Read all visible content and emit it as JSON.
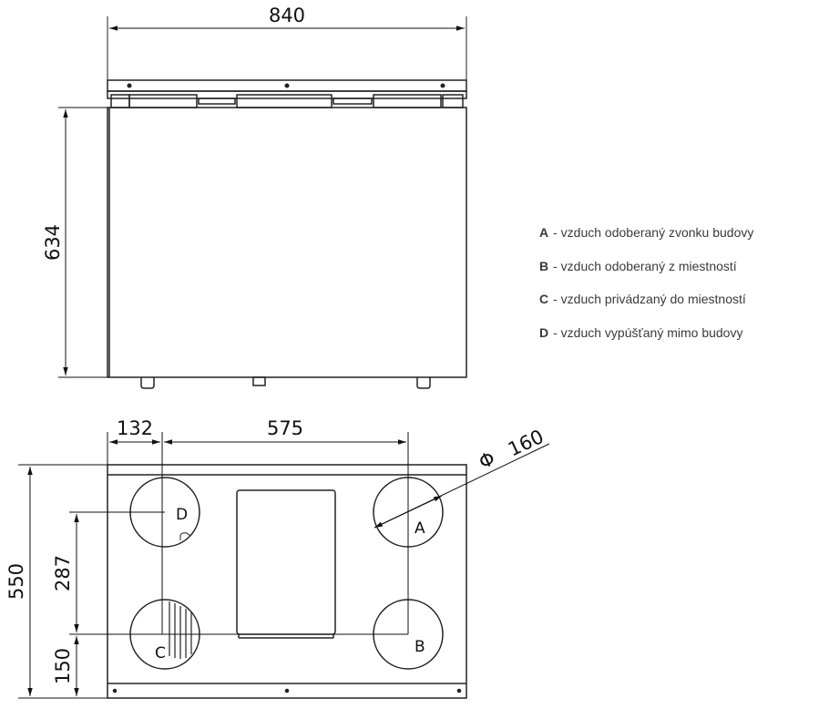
{
  "dimensions": {
    "width_top": "840",
    "height_front": "634",
    "offset_left": "132",
    "port_spacing": "575",
    "height_bottom": "550",
    "port_vertical": "287",
    "offset_bottom": "150",
    "diameter_symbol": "Φ",
    "diameter": "160"
  },
  "ports": {
    "a": "A",
    "b": "B",
    "c": "C",
    "d": "D"
  },
  "legend": [
    {
      "key": "A",
      "text": "- vzduch odoberaný zvonku budovy"
    },
    {
      "key": "B",
      "text": "- vzduch odoberaný z miestností"
    },
    {
      "key": "C",
      "text": "- vzduch privádzaný do miestností"
    },
    {
      "key": "D",
      "text": "- vzduch vypúšťaný mimo budovy"
    }
  ]
}
